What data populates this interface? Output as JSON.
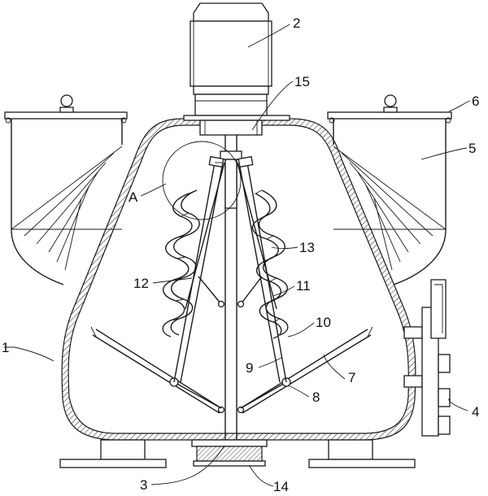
{
  "diagram": {
    "labels": {
      "l1": "1",
      "l2": "2",
      "l3": "3",
      "l4": "4",
      "l5": "5",
      "l6": "6",
      "l7": "7",
      "l8": "8",
      "l9": "9",
      "l10": "10",
      "l11": "11",
      "l12": "12",
      "l13": "13",
      "l14": "14",
      "l15": "15",
      "lA": "A"
    }
  }
}
